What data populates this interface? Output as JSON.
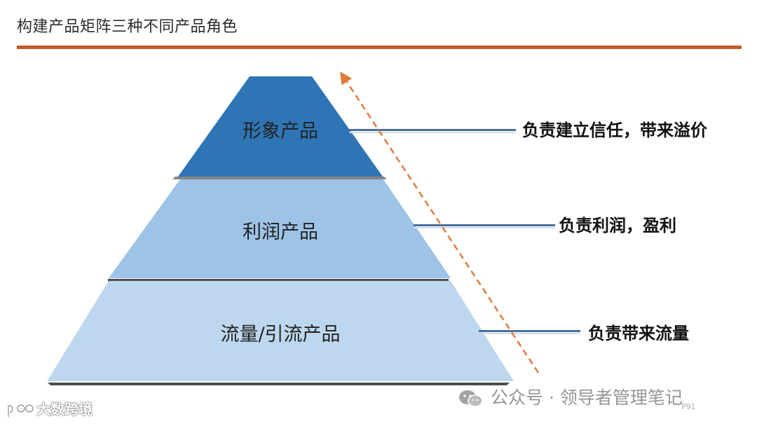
{
  "page": {
    "title": "构建产品矩阵三种不同产品角色",
    "accent_color": "#c55a28"
  },
  "pyramid": {
    "tiers": [
      {
        "label": "形象产品",
        "role": "负责建立信任，带来溢价",
        "color": "#2f75b5"
      },
      {
        "label": "利润产品",
        "role": "负责利润，盈利",
        "color": "#9dc3e6"
      },
      {
        "label": "流量/引流产品",
        "role": "负责带来流量",
        "color": "#bdd7ee"
      }
    ],
    "arrow_color": "#e07b39"
  },
  "watermark": {
    "text": "公众号 · 领导者管理笔记",
    "icon": "wechat-icon"
  },
  "corner_logo": {
    "text": "大数跨境",
    "icon": "brand-logo-icon"
  },
  "page_number": "P91"
}
